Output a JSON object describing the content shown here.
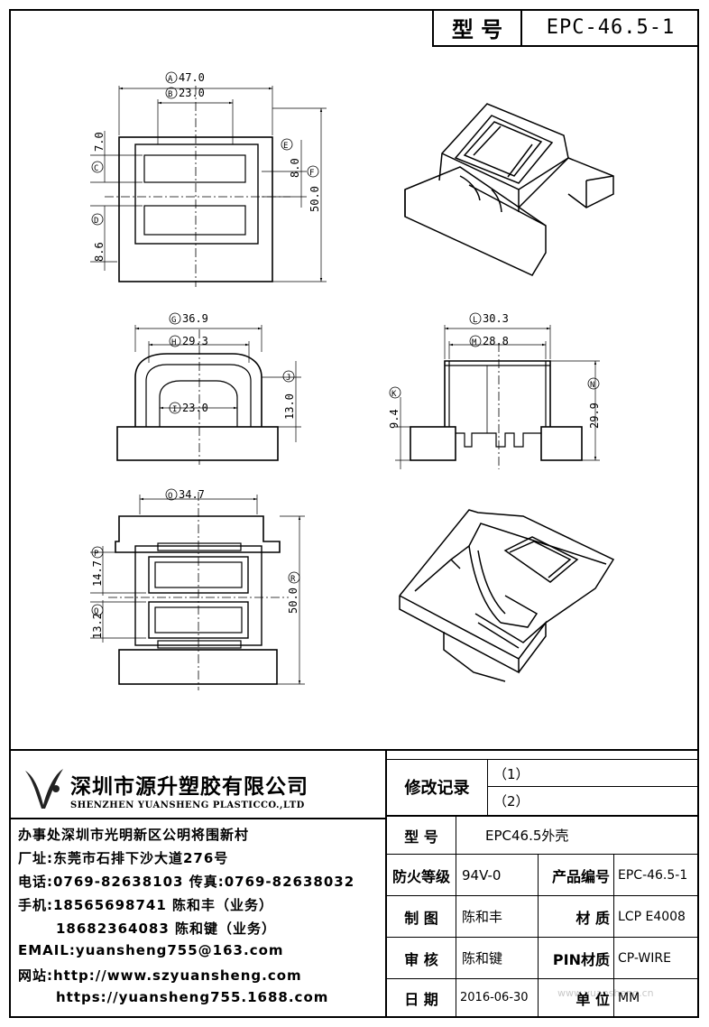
{
  "header": {
    "model_label": "型 号",
    "model_value": "EPC-46.5-1"
  },
  "dims": {
    "A": "A",
    "A_val": "47.0",
    "B": "B",
    "B_val": "23.0",
    "C": "C",
    "C_val": "7.0",
    "D": "D",
    "D_val": "8.6",
    "E": "E",
    "E_val": "8.0",
    "F": "F",
    "F_val": "50.0",
    "G": "G",
    "G_val": "36.9",
    "H": "H",
    "H_val": "29.3",
    "I": "I",
    "I_val": "23.0",
    "J": "J",
    "J_val": "13.0",
    "K": "K",
    "K_val": "9.4",
    "L": "L",
    "L_val": "30.3",
    "M": "M",
    "M_val": "28.8",
    "N": "N",
    "N_val": "29.9",
    "O": "O",
    "O_val": "34.7",
    "P": "P",
    "P_val": "14.7",
    "Q": "Q",
    "Q_val": "13.2",
    "R": "R",
    "R_val": "50.0"
  },
  "company": {
    "name_cn": "深圳市源升塑胶有限公司",
    "name_en": "SHENZHEN YUANSHENG PLASTICCO.,LTD",
    "office": "办事处深圳市光明新区公明将围新村",
    "factory": "厂址:东莞市石排下沙大道276号",
    "phone": "电话:0769-82638103 传真:0769-82638032",
    "mobile1": "手机:18565698741 陈和丰（业务）",
    "mobile2": "18682364083 陈和键（业务）",
    "email": "EMAIL:yuansheng755@163.com",
    "site1": "网站:http://www.szyuansheng.com",
    "site2": "https://yuansheng755.1688.com"
  },
  "table": {
    "revision_label": "修改记录",
    "rev1": "（1）",
    "rev2": "（2）",
    "model_label": "型 号",
    "model_value": "EPC46.5外壳",
    "fire_label": "防火等级",
    "fire_value": "94V-0",
    "product_no_label": "产品编号",
    "product_no_value": "EPC-46.5-1",
    "drawn_label": "制 图",
    "drawn_value": "陈和丰",
    "material_label": "材 质",
    "material_value": "LCP E4008",
    "review_label": "审 核",
    "review_value": "陈和键",
    "pin_label": "PIN材质",
    "pin_value": "CP-WIRE",
    "date_label": "日 期",
    "date_value": "2016-06-30",
    "unit_label": "单 位",
    "unit_value": "MM"
  },
  "watermark": "www.yuansheng.cn"
}
